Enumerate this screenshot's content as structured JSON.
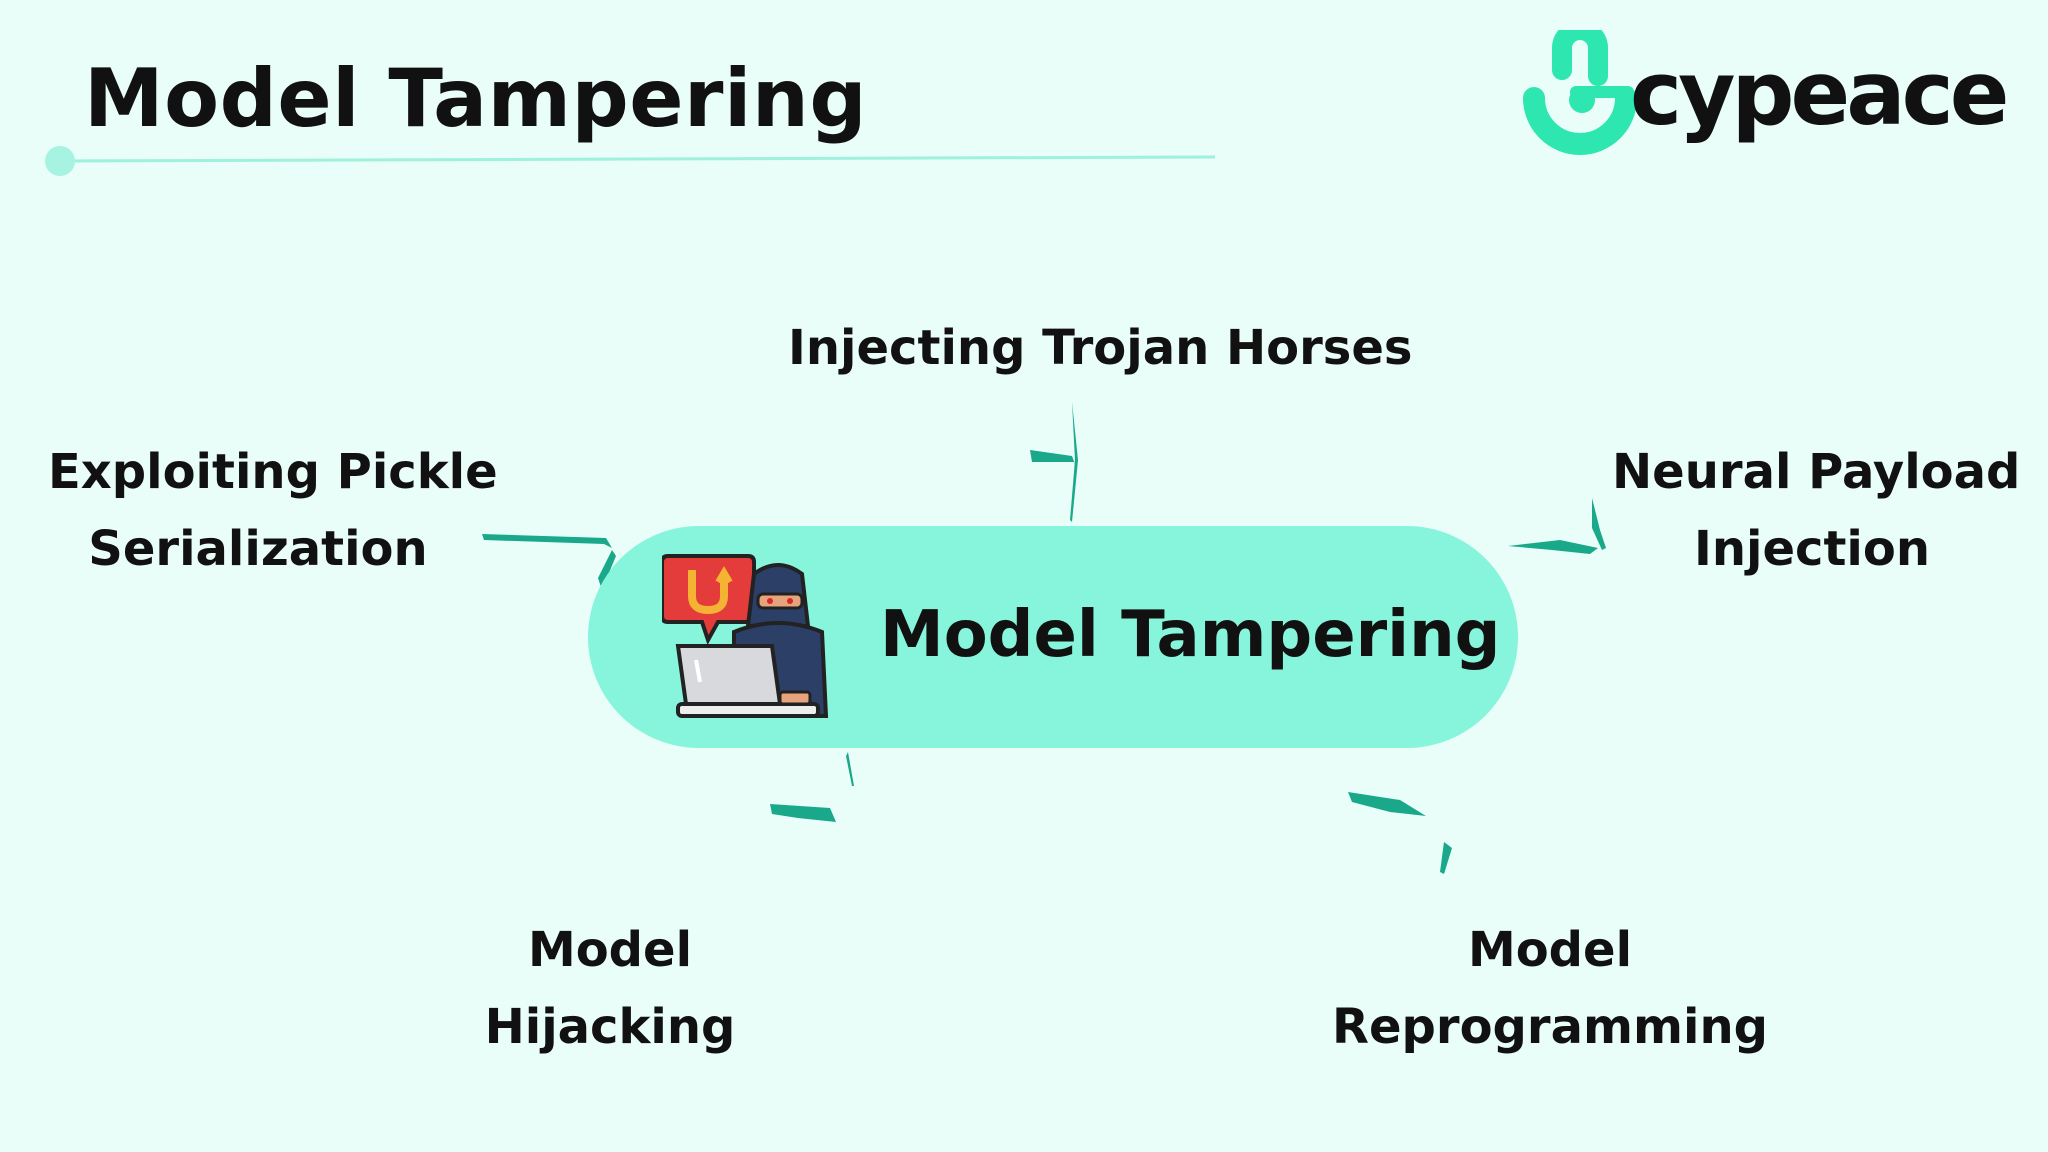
{
  "header": {
    "title": "Model Tampering"
  },
  "logo": {
    "text": "cypeace",
    "icon": "cypeace-logo-icon",
    "color": "#2ee6b0"
  },
  "mindmap": {
    "center_label": "Model Tampering",
    "center_icon": "hacker-phishing-icon",
    "branches": [
      {
        "line1": "Injecting Trojan Horses",
        "line2": ""
      },
      {
        "line1": "Exploiting Pickle",
        "line2": "Serialization"
      },
      {
        "line1": "Neural Payload",
        "line2": "Injection"
      },
      {
        "line1": "Model",
        "line2": "Hijacking"
      },
      {
        "line1": "Model",
        "line2": "Reprogramming"
      }
    ]
  },
  "colors": {
    "background": "#e9fdf9",
    "center_fill": "#86f5dc",
    "connector": "#1aa88a",
    "accent": "#7eefd6"
  }
}
